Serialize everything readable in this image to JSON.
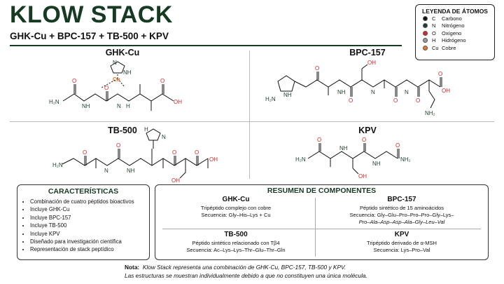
{
  "header": {
    "title": "KLOW STACK",
    "subtitle": "GHK-Cu + BPC-157 + TB-500 + KPV"
  },
  "legend": {
    "title": "LEYENDA DE ÁTOMOS",
    "items": [
      {
        "symbol": "C",
        "name": "Carbono",
        "color": "#111111"
      },
      {
        "symbol": "N",
        "name": "Nitrógeno",
        "color": "#1e3d2a"
      },
      {
        "symbol": "O",
        "name": "Oxígeno",
        "color": "#d62828"
      },
      {
        "symbol": "H",
        "name": "Hidrógeno",
        "color": "#9a9a9a"
      },
      {
        "symbol": "Cu",
        "name": "Cobre",
        "color": "#e8772e"
      }
    ]
  },
  "molecules": {
    "ghk": {
      "name": "GHK-Cu"
    },
    "bpc": {
      "name": "BPC-157"
    },
    "tb": {
      "name": "TB-500"
    },
    "kpv": {
      "name": "KPV"
    }
  },
  "atoms": {
    "nh": "NH",
    "n": "N",
    "h2n": "H₂N",
    "nh2": "NH₂",
    "oh": "OH",
    "o": "O",
    "h": "H",
    "cu": "Cu",
    "n_upper": "N",
    "h_label": "H"
  },
  "features": {
    "title": "CARACTERÍSTICAS",
    "items": [
      "Combinación de cuatro péptidos bioactivos",
      "Incluye GHK-Cu",
      "Incluye BPC-157",
      "Incluye TB-500",
      "Incluye KPV",
      "Diseñado para investigación científica",
      "Representación de stack peptídico"
    ]
  },
  "summary": {
    "title": "RESUMEN DE COMPONENTES",
    "components": [
      {
        "name": "GHK-Cu",
        "desc": "Tripéptido complejo con cobre",
        "seq": "Secuencia: Gly–His–Lys + Cu"
      },
      {
        "name": "BPC-157",
        "desc": "Péptido sintético de 15 aminoácidos",
        "seq": "Secuencia: Gly–Glu–Pro–Pro–Pro–Gly–Lys–",
        "seq2": "Pro–Ala–Asp–Asp–Ala–Gly–Leu–Val"
      },
      {
        "name": "TB-500",
        "desc": "Péptido sintético relacionado con Tβ4",
        "seq": "Secuencia: Ac–Lys–Lys–Thr–Glu–Thr–Gln"
      },
      {
        "name": "KPV",
        "desc": "Tripéptido derivado de α-MSH",
        "seq": "Secuencia: Lys–Pro–Val"
      }
    ]
  },
  "note": {
    "label": "Nota:",
    "line1": "Klow Stack representa una combinación de GHK-Cu, BPC-157, TB-500 y KPV.",
    "line2": "Las estructuras se muestran individualmente debido a que no constituyen una única molécula."
  }
}
